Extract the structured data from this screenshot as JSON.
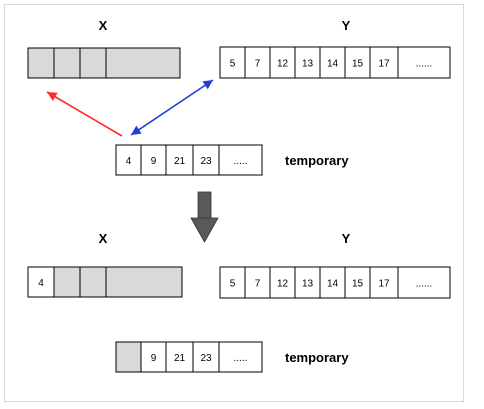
{
  "top": {
    "x_label": "X",
    "y_label": "Y",
    "x_array": {
      "cells": [
        "",
        "",
        "",
        ""
      ]
    },
    "y_array": {
      "cells": [
        "5",
        "7",
        "12",
        "13",
        "14",
        "15",
        "17",
        "......"
      ]
    },
    "temp_array": {
      "cells": [
        "4",
        "9",
        "21",
        "23",
        "....."
      ]
    },
    "temp_label": "temporary"
  },
  "bottom": {
    "x_label": "X",
    "y_label": "Y",
    "x_array": {
      "cells": [
        "4",
        "",
        "",
        ""
      ]
    },
    "y_array": {
      "cells": [
        "5",
        "7",
        "12",
        "13",
        "14",
        "15",
        "17",
        "......"
      ]
    },
    "temp_array": {
      "cells": [
        "",
        "9",
        "21",
        "23",
        "....."
      ]
    },
    "temp_label": "temporary"
  },
  "colors": {
    "empty_cell": "#d9d9d9",
    "filled_cell": "#ffffff",
    "stroke": "#000000",
    "arrow_red": "#ff2a2a",
    "arrow_blue": "#1f3fd6",
    "arrow_down": "#595959"
  }
}
